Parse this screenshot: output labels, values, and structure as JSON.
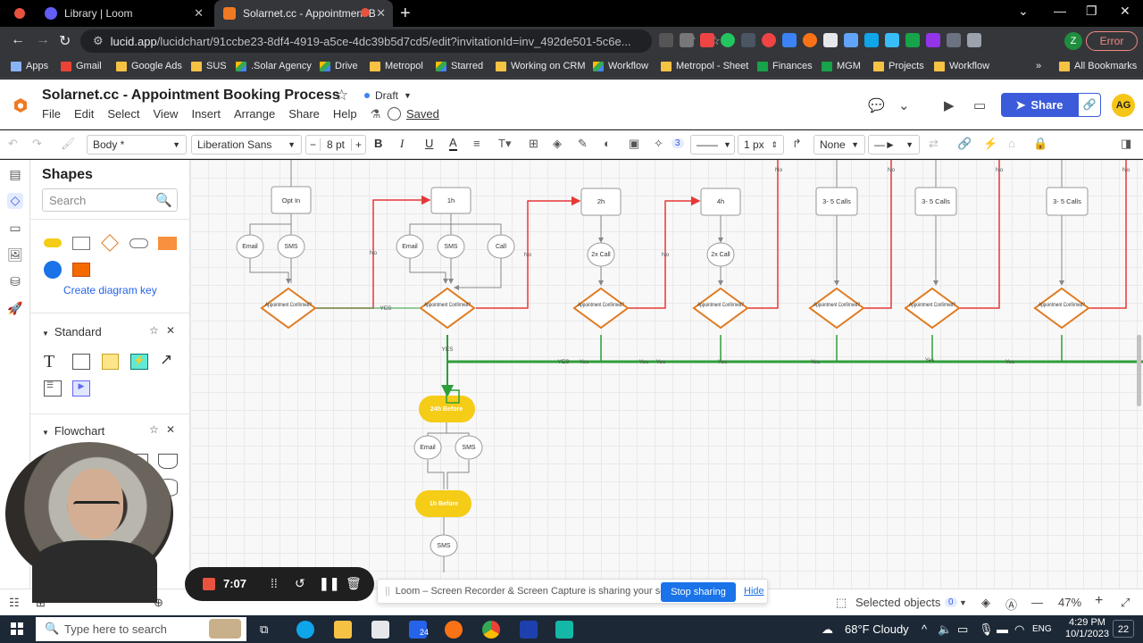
{
  "browser": {
    "tabs": [
      {
        "title": "Library | Loom"
      },
      {
        "title": "Solarnet.cc - Appointment B"
      }
    ],
    "url_host": "lucid.app",
    "url_path": "/lucidchart/91ccbe23-8df4-4919-a5ce-4dc39b5d7cd5/edit?invitationId=inv_492de501-5c6e...",
    "profile_initial": "Z",
    "error_label": "Error",
    "bookmarks": [
      "Apps",
      "Gmail",
      "Google Ads",
      "SUS",
      ".Solar Agency",
      "Drive",
      "Metropol",
      "Starred",
      "Working on CRM",
      "Workflow",
      "Metropol - Sheet",
      "Finances",
      "MGM",
      "Projects",
      "Workflow"
    ],
    "more_bookmarks": "»",
    "all_bookmarks": "All Bookmarks"
  },
  "app": {
    "title": "Solarnet.cc - Appointment Booking Process",
    "draft_label": "Draft",
    "menus": [
      "File",
      "Edit",
      "Select",
      "View",
      "Insert",
      "Arrange",
      "Share",
      "Help"
    ],
    "saved_label": "Saved",
    "share_label": "Share",
    "avatar_initials": "AG"
  },
  "toolbar": {
    "style_value": "Body *",
    "font_value": "Liberation Sans",
    "size_minus": "−",
    "size_value": "8 pt",
    "size_plus": "+",
    "bold": "B",
    "italic": "I",
    "underline": "U",
    "text_color": "A",
    "magic_count": "3",
    "stroke_width": "1 px",
    "arrow_start": "None"
  },
  "shapes_panel": {
    "title": "Shapes",
    "search_placeholder": "Search",
    "create_key_label": "Create diagram key",
    "sections": [
      {
        "title": "Standard"
      },
      {
        "title": "Flowchart"
      }
    ]
  },
  "diagram": {
    "nodes": {
      "opt_in": "Opt In",
      "h1": "1h",
      "h2": "2h",
      "h4": "4h",
      "calls_a": "3- 5 Calls",
      "calls_b": "3- 5 Calls",
      "calls_c": "3- 5 Calls",
      "email": "Email",
      "sms": "SMS",
      "call": "Call",
      "two_call": "2x Call",
      "decision": "Appointment Confirmed?",
      "h24": "24h Before",
      "h1_before": "1h Before"
    },
    "labels": {
      "no": "No",
      "yes": "YES",
      "yes_lower": "Yes"
    }
  },
  "status_bar": {
    "selected_label": "Selected objects",
    "selected_count": "0",
    "zoom_value": "47%"
  },
  "loom": {
    "sharing_text": "Loom – Screen Recorder & Screen Capture is sharing your screen.",
    "stop_label": "Stop sharing",
    "hide_label": "Hide",
    "timer": "7:07"
  },
  "taskbar": {
    "search_placeholder": "Type here to search",
    "mail_badge": "24",
    "weather": "68°F  Cloudy",
    "language": "ENG",
    "time": "4:29 PM",
    "date": "10/1/2023",
    "notification_count": "22"
  },
  "colors": {
    "accent": "#3b5bdb",
    "decision_orange": "#e07a1f",
    "no_red": "#e53935",
    "yes_green": "#2e9e3a",
    "yellow_node": "#f5cc16"
  }
}
